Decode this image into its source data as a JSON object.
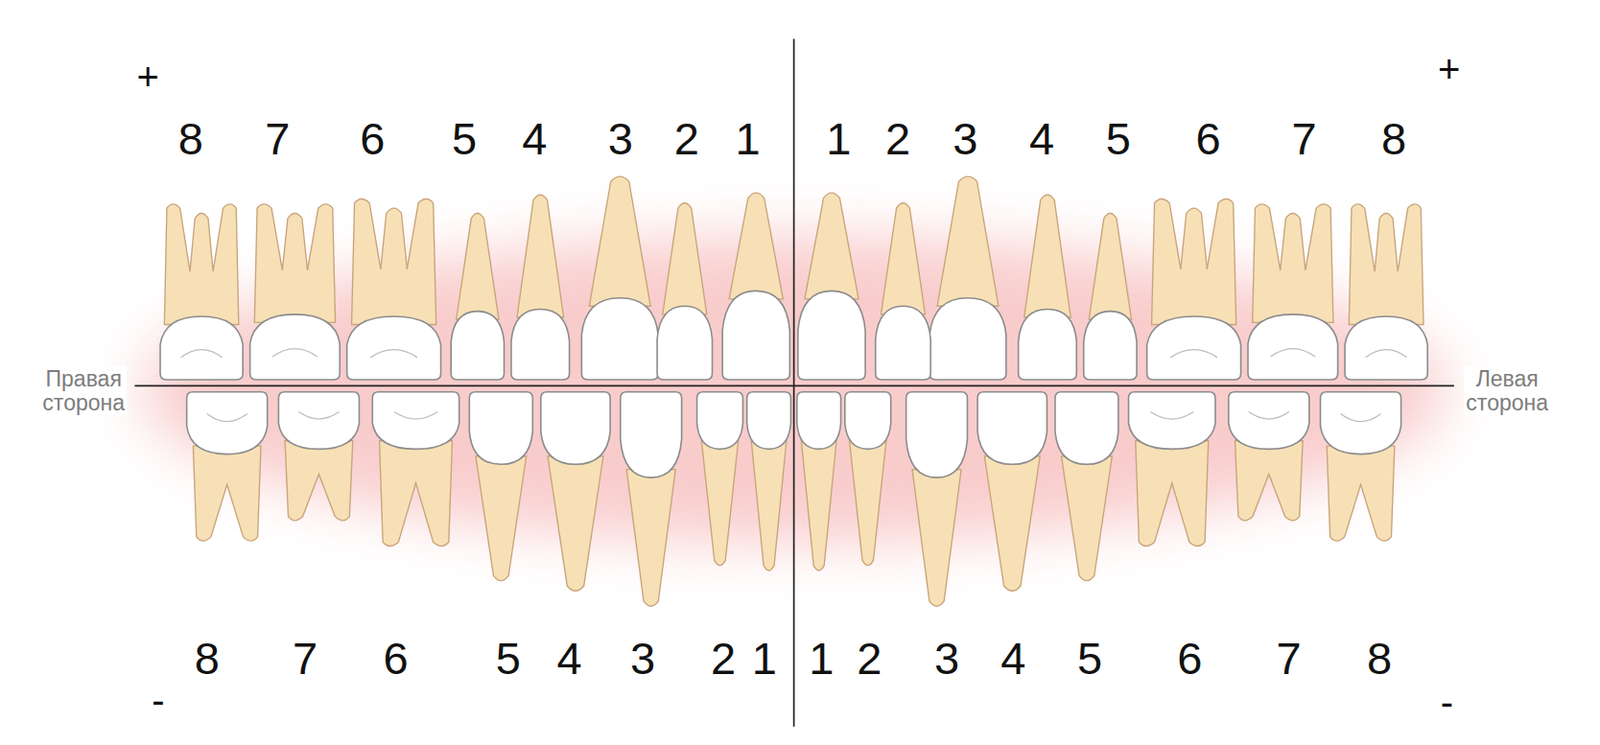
{
  "diagram": {
    "labels": [
      "+",
      "8",
      "7",
      "6",
      "5",
      "4",
      "3",
      "2",
      "1",
      "1",
      "2",
      "3",
      "4",
      "5",
      "6",
      "7",
      "8",
      "+",
      "Правая сторона",
      "Левая сторона",
      "8",
      "7",
      "6",
      "5",
      "4",
      "3",
      "2",
      "1",
      "1",
      "2",
      "3",
      "4",
      "5",
      "6",
      "7",
      "8",
      "-",
      "-"
    ]
  }
}
